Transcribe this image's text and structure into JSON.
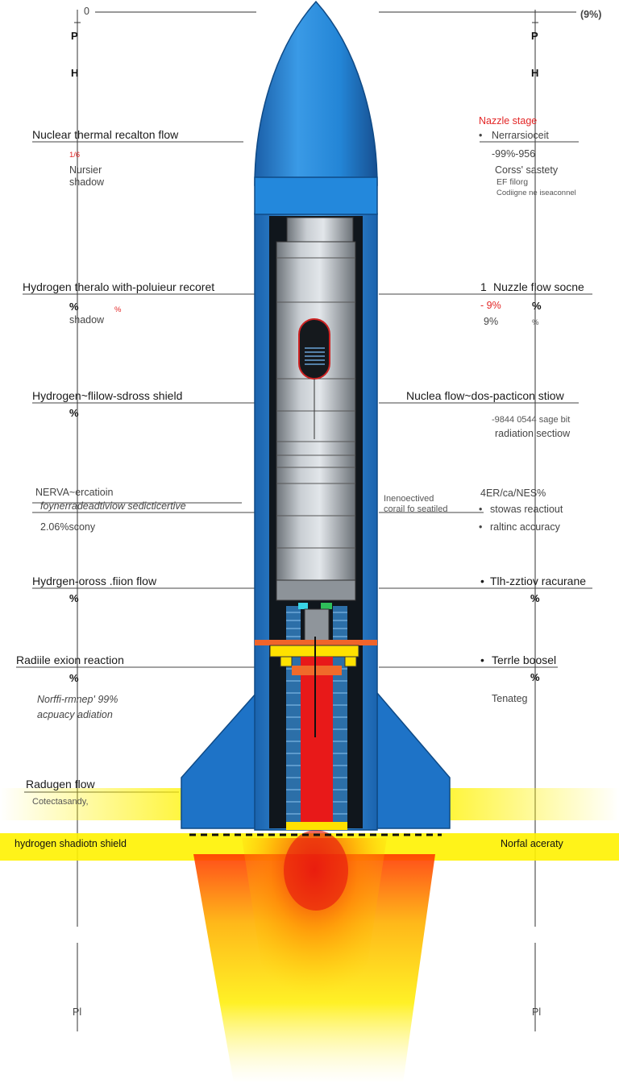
{
  "top": {
    "left_zero": "0",
    "right_pct": "(9%)"
  },
  "axis_marks": {
    "left": [
      "P",
      "H"
    ],
    "right": [
      "P",
      "H"
    ],
    "bottom_left": "Pl",
    "bottom_right": "Pl"
  },
  "left": {
    "s1": {
      "title": "Nuclear thermal recalton flow",
      "small": "1/6",
      "sub1": "Nursier",
      "sub2": "shadow"
    },
    "s2": {
      "title": "Hydrogen theralo with-poluieur recoret",
      "mark": "%",
      "small": "%",
      "sub": "shadow"
    },
    "s3": {
      "title": "Hydrogen~flilow-sdross shield",
      "mark": "%"
    },
    "s4": {
      "title": "NERVA~ercatioin",
      "sub": "foynerradeadtiviow sedicticertive",
      "pct": "2.06%scony"
    },
    "s5": {
      "title": "Hydrgen-oross .fiion flow",
      "mark": "%"
    },
    "s6": {
      "title": "Radiile exion reaction",
      "mark": "%",
      "note1": "Norffi-rmnep' 99%",
      "note2": "acpuacy adiation"
    },
    "s7": {
      "title": "Radugen flow",
      "sub": "Cotectasandy,"
    },
    "bottom": "hydrogen shadiotn shield"
  },
  "right": {
    "s1": {
      "stage": "Nazzle stage",
      "bullet": "Nerrarsioceit",
      "range": "-99%-956",
      "line1": "Corss' sastety",
      "line2": "EF    filorg",
      "line3": "Codiigne ne iseaconnel"
    },
    "s2": {
      "num": "1",
      "title": "Nuzzle flow socne",
      "pct_red": "- 9%",
      "pct_mark": "%",
      "pct2": "9%",
      "pct2b": "%"
    },
    "s3": {
      "title": "Nuclea flow~dos-pacticon stiow",
      "range": "-9844 0544 sage bit",
      "sub": "radiation sectiow"
    },
    "s4": {
      "title": "4ER/ca/NES%",
      "b1": "stowas reactiout",
      "b2": "raltinc accuracy"
    },
    "s5": {
      "title": "Tlh-zztiov racurane",
      "mark": "%"
    },
    "s6": {
      "title": "Terrle boosel",
      "mark": "%",
      "sub": "Tenateg"
    },
    "bottom": "Norfal aceraty"
  },
  "center": {
    "callout1": "Inenoectived",
    "callout2": "corail fo seatiled"
  },
  "colors": {
    "body_blue": "#1f7fd1",
    "dark_blue": "#0f5296",
    "core_gray": "#9aa0a6",
    "flame_red": "#e61e1e",
    "flame_yellow": "#ffe600"
  }
}
